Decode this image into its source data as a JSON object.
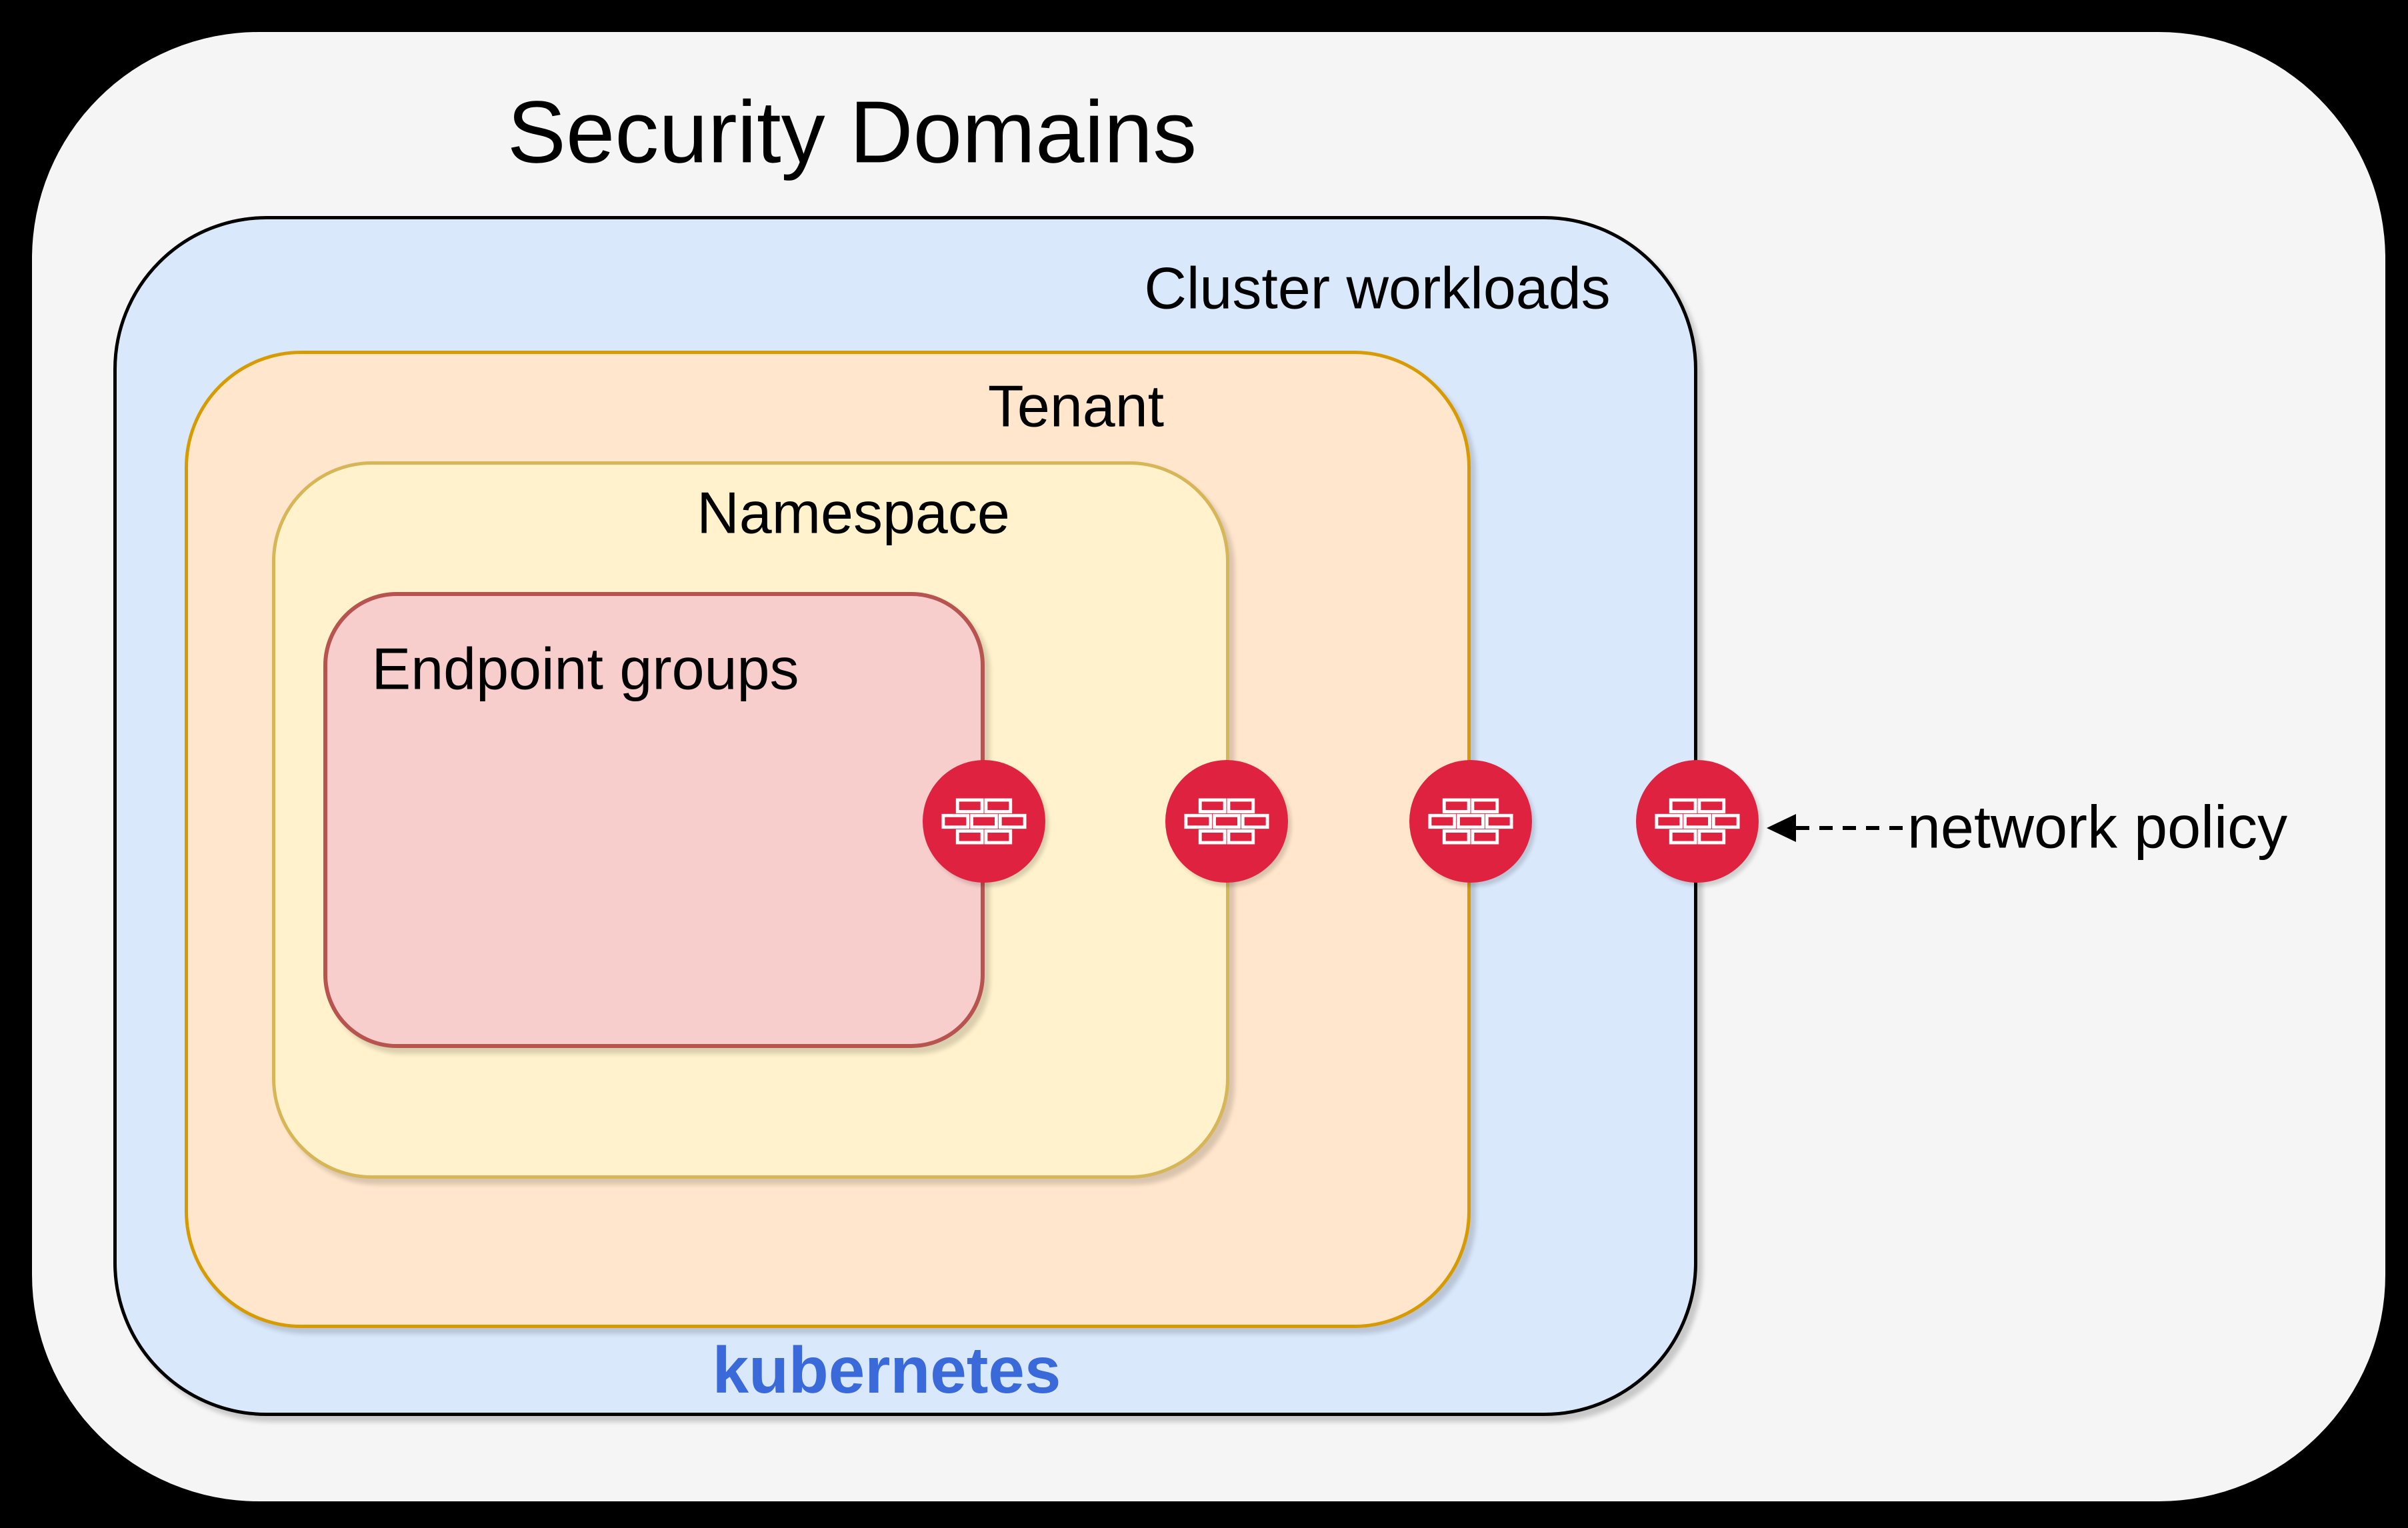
{
  "diagram": {
    "title": "Security Domains",
    "layers": [
      {
        "id": "cluster-workloads",
        "label": "Cluster workloads"
      },
      {
        "id": "tenant",
        "label": "Tenant"
      },
      {
        "id": "namespace",
        "label": "Namespace"
      },
      {
        "id": "endpoint-groups",
        "label": "Endpoint groups"
      }
    ],
    "platform_label": "kubernetes",
    "annotation": {
      "label": "network policy",
      "arrow_style": "dashed-left-arrow"
    },
    "firewalls": {
      "icon": "firewall-brick-wall-icon",
      "count": 4
    },
    "colors": {
      "background": "#000000",
      "outer_fill": "#f5f5f5",
      "cluster_fill": "#dae8fc",
      "cluster_stroke": "#000000",
      "tenant_fill": "#ffe6cc",
      "tenant_stroke": "#d79b00",
      "namespace_fill": "#fff2cc",
      "namespace_stroke": "#d6b656",
      "endpoint_fill": "#f8cecc",
      "endpoint_stroke": "#b85450",
      "firewall_red": "#de2240",
      "kubernetes_blue": "#3a6ad9",
      "text": "#000000"
    }
  }
}
